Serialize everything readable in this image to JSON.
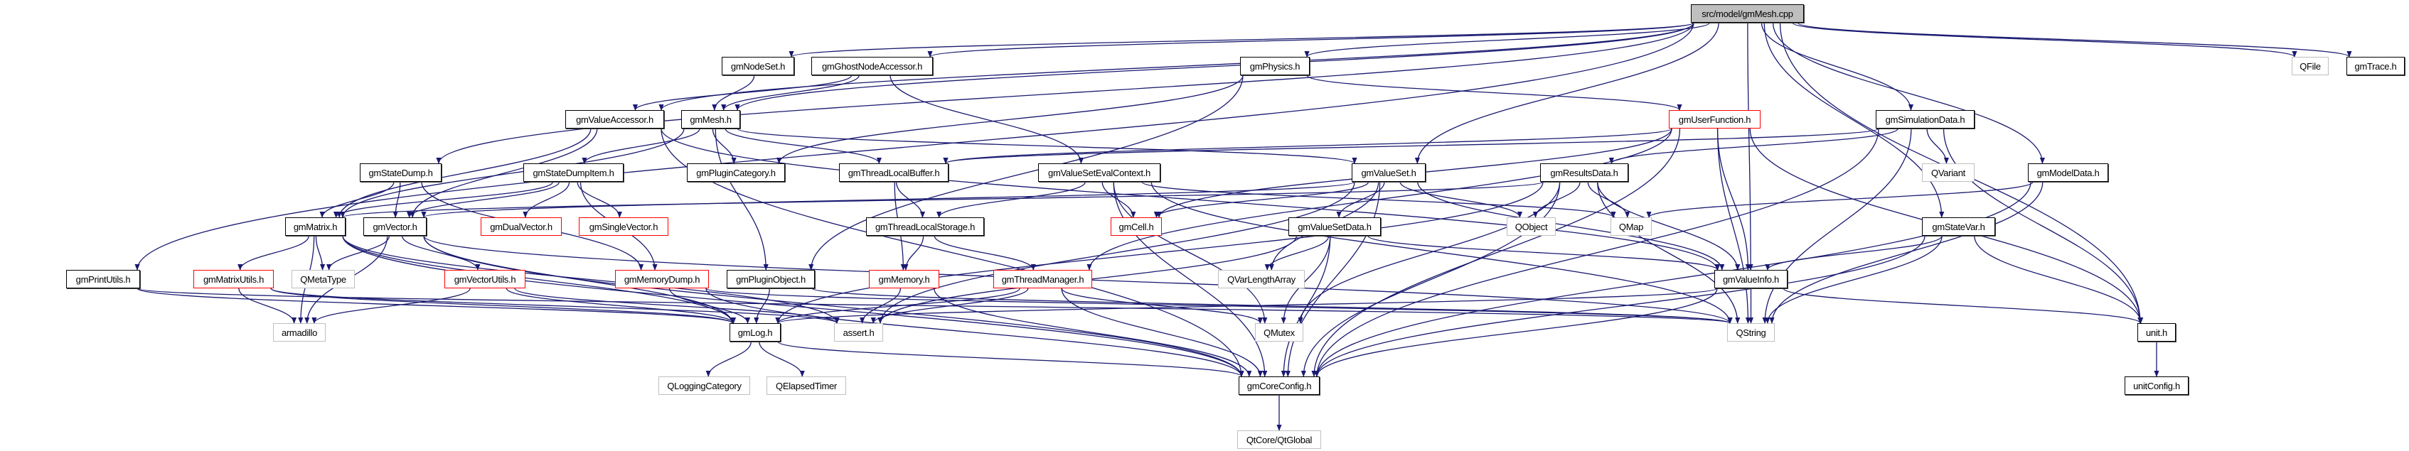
{
  "colors": {
    "edge": "#191970",
    "root_fill": "#bfbfbf",
    "truncated_border": "#ff0000",
    "external_border": "#bfbfbf",
    "documented_border": "#000000"
  },
  "nodes": [
    {
      "id": "cpp",
      "label": "src/model/gmMesh.cpp",
      "kind": "root"
    },
    {
      "id": "nodeset",
      "label": "gmNodeSet.h",
      "kind": "documented"
    },
    {
      "id": "ghost",
      "label": "gmGhostNodeAccessor.h",
      "kind": "documented"
    },
    {
      "id": "physics",
      "label": "gmPhysics.h",
      "kind": "documented"
    },
    {
      "id": "qfile",
      "label": "QFile",
      "kind": "external"
    },
    {
      "id": "trace",
      "label": "gmTrace.h",
      "kind": "documented"
    },
    {
      "id": "valacc",
      "label": "gmValueAccessor.h",
      "kind": "documented"
    },
    {
      "id": "mesh",
      "label": "gmMesh.h",
      "kind": "documented"
    },
    {
      "id": "userfn",
      "label": "gmUserFunction.h",
      "kind": "truncated"
    },
    {
      "id": "simdata",
      "label": "gmSimulationData.h",
      "kind": "documented"
    },
    {
      "id": "statedump",
      "label": "gmStateDump.h",
      "kind": "documented"
    },
    {
      "id": "sditem",
      "label": "gmStateDumpItem.h",
      "kind": "documented"
    },
    {
      "id": "plugcat",
      "label": "gmPluginCategory.h",
      "kind": "documented"
    },
    {
      "id": "tlbuf",
      "label": "gmThreadLocalBuffer.h",
      "kind": "documented"
    },
    {
      "id": "vsec",
      "label": "gmValueSetEvalContext.h",
      "kind": "documented"
    },
    {
      "id": "valueset",
      "label": "gmValueSet.h",
      "kind": "documented"
    },
    {
      "id": "results",
      "label": "gmResultsData.h",
      "kind": "documented"
    },
    {
      "id": "qvariant",
      "label": "QVariant",
      "kind": "external"
    },
    {
      "id": "modeldata",
      "label": "gmModelData.h",
      "kind": "documented"
    },
    {
      "id": "matrix",
      "label": "gmMatrix.h",
      "kind": "documented"
    },
    {
      "id": "vector",
      "label": "gmVector.h",
      "kind": "documented"
    },
    {
      "id": "dualvec",
      "label": "gmDualVector.h",
      "kind": "truncated"
    },
    {
      "id": "singlevec",
      "label": "gmSingleVector.h",
      "kind": "truncated"
    },
    {
      "id": "tlstore",
      "label": "gmThreadLocalStorage.h",
      "kind": "documented"
    },
    {
      "id": "cell",
      "label": "gmCell.h",
      "kind": "truncated"
    },
    {
      "id": "vsdata",
      "label": "gmValueSetData.h",
      "kind": "documented"
    },
    {
      "id": "qobject",
      "label": "QObject",
      "kind": "external"
    },
    {
      "id": "qmap",
      "label": "QMap",
      "kind": "external"
    },
    {
      "id": "statevar",
      "label": "gmStateVar.h",
      "kind": "documented"
    },
    {
      "id": "printutils",
      "label": "gmPrintUtils.h",
      "kind": "documented"
    },
    {
      "id": "matutils",
      "label": "gmMatrixUtils.h",
      "kind": "truncated"
    },
    {
      "id": "qmetatype",
      "label": "QMetaType",
      "kind": "external"
    },
    {
      "id": "vecutils",
      "label": "gmVectorUtils.h",
      "kind": "truncated"
    },
    {
      "id": "memdump",
      "label": "gmMemoryDump.h",
      "kind": "truncated"
    },
    {
      "id": "plugobj",
      "label": "gmPluginObject.h",
      "kind": "documented"
    },
    {
      "id": "memory",
      "label": "gmMemory.h",
      "kind": "truncated"
    },
    {
      "id": "threadmgr",
      "label": "gmThreadManager.h",
      "kind": "truncated"
    },
    {
      "id": "qvla",
      "label": "QVarLengthArray",
      "kind": "external"
    },
    {
      "id": "valinfo",
      "label": "gmValueInfo.h",
      "kind": "documented"
    },
    {
      "id": "armadillo",
      "label": "armadillo",
      "kind": "external"
    },
    {
      "id": "log",
      "label": "gmLog.h",
      "kind": "documented"
    },
    {
      "id": "assert",
      "label": "assert.h",
      "kind": "external"
    },
    {
      "id": "qmutex",
      "label": "QMutex",
      "kind": "external"
    },
    {
      "id": "qstring",
      "label": "QString",
      "kind": "external"
    },
    {
      "id": "unit",
      "label": "unit.h",
      "kind": "documented"
    },
    {
      "id": "qlogcat",
      "label": "QLoggingCategory",
      "kind": "external"
    },
    {
      "id": "qelapsed",
      "label": "QElapsedTimer",
      "kind": "external"
    },
    {
      "id": "coreconfig",
      "label": "gmCoreConfig.h",
      "kind": "documented"
    },
    {
      "id": "unitconfig",
      "label": "unitConfig.h",
      "kind": "documented"
    },
    {
      "id": "qtglobal",
      "label": "QtCore/QtGlobal",
      "kind": "external"
    }
  ],
  "edges": [
    [
      "cpp",
      "nodeset"
    ],
    [
      "cpp",
      "ghost"
    ],
    [
      "cpp",
      "physics"
    ],
    [
      "cpp",
      "qfile"
    ],
    [
      "cpp",
      "trace"
    ],
    [
      "cpp",
      "valacc"
    ],
    [
      "cpp",
      "mesh"
    ],
    [
      "cpp",
      "statedump"
    ],
    [
      "cpp",
      "simdata"
    ],
    [
      "cpp",
      "valueset"
    ],
    [
      "cpp",
      "valinfo"
    ],
    [
      "cpp",
      "modeldata"
    ],
    [
      "cpp",
      "statevar"
    ],
    [
      "cpp",
      "unit"
    ],
    [
      "cpp",
      "printutils"
    ],
    [
      "nodeset",
      "mesh"
    ],
    [
      "ghost",
      "mesh"
    ],
    [
      "ghost",
      "valacc"
    ],
    [
      "ghost",
      "vsec"
    ],
    [
      "physics",
      "plugcat"
    ],
    [
      "physics",
      "plugobj"
    ],
    [
      "physics",
      "userfn"
    ],
    [
      "valacc",
      "matrix"
    ],
    [
      "valacc",
      "vector"
    ],
    [
      "valacc",
      "coreconfig"
    ],
    [
      "valacc",
      "valinfo"
    ],
    [
      "mesh",
      "sditem"
    ],
    [
      "mesh",
      "plugcat"
    ],
    [
      "mesh",
      "plugobj"
    ],
    [
      "mesh",
      "tlbuf"
    ],
    [
      "mesh",
      "valueset"
    ],
    [
      "mesh",
      "matrix"
    ],
    [
      "userfn",
      "valinfo"
    ],
    [
      "userfn",
      "qstring"
    ],
    [
      "userfn",
      "threadmgr"
    ],
    [
      "userfn",
      "cell"
    ],
    [
      "userfn",
      "coreconfig"
    ],
    [
      "userfn",
      "unit"
    ],
    [
      "userfn",
      "tlbuf"
    ],
    [
      "simdata",
      "results"
    ],
    [
      "simdata",
      "qvariant"
    ],
    [
      "simdata",
      "qstring"
    ],
    [
      "simdata",
      "unit"
    ],
    [
      "simdata",
      "coreconfig"
    ],
    [
      "simdata",
      "tlbuf"
    ],
    [
      "statedump",
      "matrix"
    ],
    [
      "statedump",
      "vector"
    ],
    [
      "statedump",
      "memdump"
    ],
    [
      "sditem",
      "matrix"
    ],
    [
      "sditem",
      "vector"
    ],
    [
      "sditem",
      "dualvec"
    ],
    [
      "sditem",
      "singlevec"
    ],
    [
      "sditem",
      "memdump"
    ],
    [
      "tlbuf",
      "tlstore"
    ],
    [
      "tlbuf",
      "memory"
    ],
    [
      "vsec",
      "tlstore"
    ],
    [
      "vsec",
      "cell"
    ],
    [
      "vsec",
      "qmutex"
    ],
    [
      "vsec",
      "coreconfig"
    ],
    [
      "vsec",
      "qmap"
    ],
    [
      "vsec",
      "qstring"
    ],
    [
      "valueset",
      "cell"
    ],
    [
      "valueset",
      "vsdata"
    ],
    [
      "valueset",
      "qvla"
    ],
    [
      "valueset",
      "qobject"
    ],
    [
      "valueset",
      "valinfo"
    ],
    [
      "valueset",
      "coreconfig"
    ],
    [
      "valueset",
      "assert"
    ],
    [
      "valueset",
      "vector"
    ],
    [
      "results",
      "qobject"
    ],
    [
      "results",
      "qmap"
    ],
    [
      "results",
      "qstring"
    ],
    [
      "results",
      "valinfo"
    ],
    [
      "results",
      "qmutex"
    ],
    [
      "results",
      "coreconfig"
    ],
    [
      "results",
      "log"
    ],
    [
      "results",
      "matrix"
    ],
    [
      "modeldata",
      "qmap"
    ],
    [
      "modeldata",
      "qstring"
    ],
    [
      "modeldata",
      "coreconfig"
    ],
    [
      "matrix",
      "matutils"
    ],
    [
      "matrix",
      "qmetatype"
    ],
    [
      "matrix",
      "armadillo"
    ],
    [
      "matrix",
      "coreconfig"
    ],
    [
      "matrix",
      "log"
    ],
    [
      "matrix",
      "assert"
    ],
    [
      "vector",
      "qmetatype"
    ],
    [
      "vector",
      "armadillo"
    ],
    [
      "vector",
      "vecutils"
    ],
    [
      "vector",
      "coreconfig"
    ],
    [
      "vector",
      "log"
    ],
    [
      "vector",
      "qstring"
    ],
    [
      "tlstore",
      "memory"
    ],
    [
      "tlstore",
      "threadmgr"
    ],
    [
      "vsdata",
      "qvla"
    ],
    [
      "vsdata",
      "qmutex"
    ],
    [
      "vsdata",
      "coreconfig"
    ],
    [
      "vsdata",
      "valinfo"
    ],
    [
      "vsdata",
      "assert"
    ],
    [
      "statevar",
      "valinfo"
    ],
    [
      "statevar",
      "qstring"
    ],
    [
      "statevar",
      "unit"
    ],
    [
      "statevar",
      "coreconfig"
    ],
    [
      "printutils",
      "log"
    ],
    [
      "printutils",
      "qstring"
    ],
    [
      "matutils",
      "armadillo"
    ],
    [
      "matutils",
      "log"
    ],
    [
      "matutils",
      "assert"
    ],
    [
      "vecutils",
      "armadillo"
    ],
    [
      "vecutils",
      "log"
    ],
    [
      "vecutils",
      "assert"
    ],
    [
      "memdump",
      "log"
    ],
    [
      "memdump",
      "coreconfig"
    ],
    [
      "memdump",
      "qstring"
    ],
    [
      "plugobj",
      "log"
    ],
    [
      "plugobj",
      "qstring"
    ],
    [
      "memory",
      "assert"
    ],
    [
      "memory",
      "coreconfig"
    ],
    [
      "threadmgr",
      "assert"
    ],
    [
      "threadmgr",
      "qmutex"
    ],
    [
      "threadmgr",
      "coreconfig"
    ],
    [
      "threadmgr",
      "log"
    ],
    [
      "valinfo",
      "qstring"
    ],
    [
      "valinfo",
      "unit"
    ],
    [
      "valinfo",
      "coreconfig"
    ],
    [
      "valinfo",
      "log"
    ],
    [
      "log",
      "qlogcat"
    ],
    [
      "log",
      "qelapsed"
    ],
    [
      "log",
      "coreconfig"
    ],
    [
      "coreconfig",
      "qtglobal"
    ],
    [
      "unit",
      "unitconfig"
    ]
  ]
}
